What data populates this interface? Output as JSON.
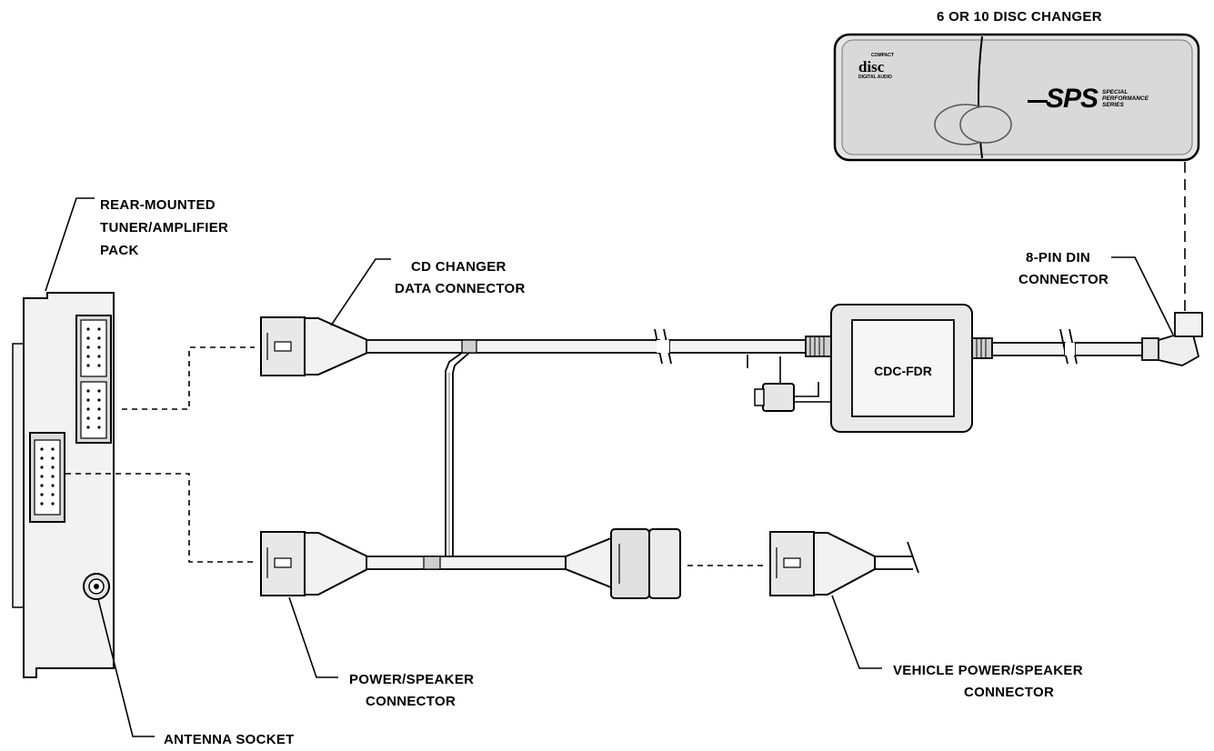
{
  "labels": {
    "disc_changer": "6 OR 10 DISC CHANGER",
    "tuner_line1": "REAR-MOUNTED",
    "tuner_line2": "TUNER/AMPLIFIER",
    "tuner_line3": "PACK",
    "cd_data_line1": "CD CHANGER",
    "cd_data_line2": "DATA CONNECTOR",
    "din_line1": "8-PIN DIN",
    "din_line2": "CONNECTOR",
    "module": "CDC-FDR",
    "power_line1": "POWER/SPEAKER",
    "power_line2": "CONNECTOR",
    "vehicle_line1": "VEHICLE POWER/SPEAKER",
    "vehicle_line2": "CONNECTOR",
    "antenna": "ANTENNA SOCKET"
  },
  "changer_logo": {
    "disc_word": "disc",
    "compact": "COMPACT",
    "digital_audio": "DIGITAL AUDIO",
    "brand": "SPS",
    "brand_line1": "SPECIAL",
    "brand_line2": "PERFORMANCE",
    "brand_line3": "SERIES"
  }
}
